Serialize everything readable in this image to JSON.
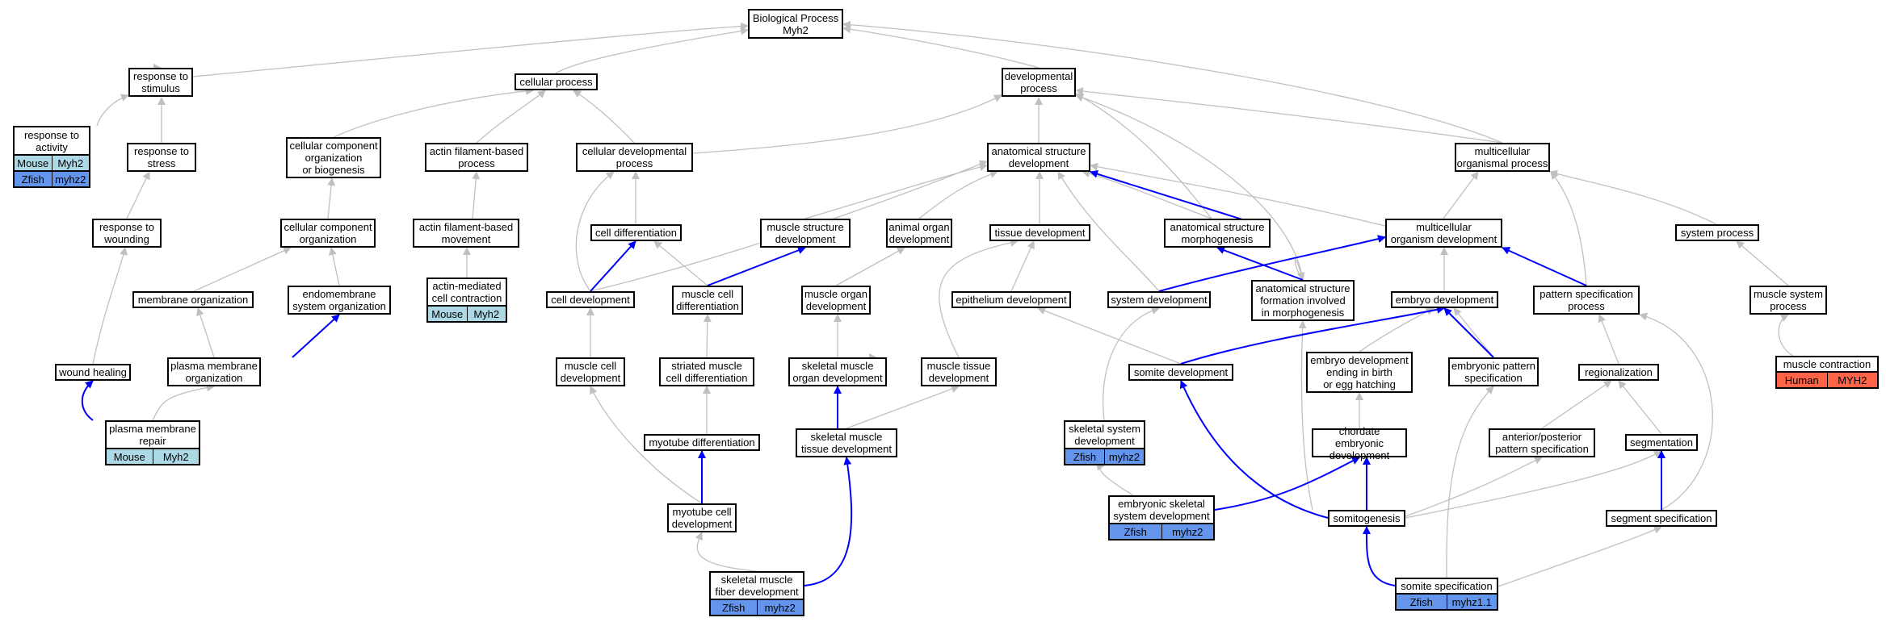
{
  "colors": {
    "gray_edge": "#c0c0c0",
    "blue_edge": "#0000ff",
    "mouse": "#add8e6",
    "zfish": "#6495ed",
    "human": "#ff6347"
  },
  "nodes": {
    "bp": "Biological Process\nMyh2",
    "resp_stim": "response to\nstimulus",
    "cell_proc": "cellular process",
    "dev_proc": "developmental\nprocess",
    "resp_act": "response to\nactivity",
    "resp_stress": "response to\nstress",
    "ccob": "cellular component\norganization\nor biogenesis",
    "afbp": "actin filament-based\nprocess",
    "cdp": "cellular developmental\nprocess",
    "asd": "anatomical structure\ndevelopment",
    "mop": "multicellular\norganismal process",
    "resp_wound": "response to\nwounding",
    "cco": "cellular component\norganization",
    "afbm": "actin filament-based\nmovement",
    "cell_diff": "cell differentiation",
    "msd": "muscle structure\ndevelopment",
    "aod": "animal organ\ndevelopment",
    "tissue_dev": "tissue development",
    "asm": "anatomical structure\nmorphogenesis",
    "mod": "multicellular\norganism development",
    "sys_proc": "system process",
    "mem_org": "membrane organization",
    "endo": "endomembrane\nsystem organization",
    "amcc": "actin-mediated\ncell contraction",
    "cell_dev": "cell development",
    "mcd": "muscle cell\ndifferentiation",
    "muscle_organ": "muscle organ\ndevelopment",
    "epi": "epithelium development",
    "sys_dev": "system development",
    "asfm": "anatomical structure\nformation involved\nin morphogenesis",
    "embryo_dev": "embryo development",
    "psp": "pattern specification\nprocess",
    "msp": "muscle system\nprocess",
    "wound_heal": "wound healing",
    "pmo": "plasma membrane\norganization",
    "mcdev": "muscle cell\ndevelopment",
    "smcd": "striated muscle\ncell differentiation",
    "smod": "skeletal muscle\norgan development",
    "mtd": "muscle tissue\ndevelopment",
    "somite_dev": "somite development",
    "edebh": "embryo development\nending in birth\nor egg hatching",
    "eps": "embryonic pattern\nspecification",
    "region": "regionalization",
    "mc": "muscle contraction",
    "pmr": "plasma membrane\nrepair",
    "myotube_diff": "myotube differentiation",
    "smtd": "skeletal muscle\ntissue development",
    "ssd": "skeletal system\ndevelopment",
    "ced": "chordate embryonic\ndevelopment",
    "apps": "anterior/posterior\npattern specification",
    "segm": "segmentation",
    "mcdv": "myotube cell\ndevelopment",
    "essd": "embryonic skeletal\nsystem development",
    "somitogenesis": "somitogenesis",
    "seg_spec": "segment specification",
    "smfd": "skeletal muscle\nfiber development",
    "somite_spec": "somite specification"
  },
  "annotations": {
    "resp_act": [
      {
        "species": "Mouse",
        "gene": "Myh2"
      },
      {
        "species": "Zfish",
        "gene": "myhz2"
      }
    ],
    "amcc": [
      {
        "species": "Mouse",
        "gene": "Myh2"
      }
    ],
    "pmr": [
      {
        "species": "Mouse",
        "gene": "Myh2"
      }
    ],
    "mc": [
      {
        "species": "Human",
        "gene": "MYH2"
      }
    ],
    "ssd": [
      {
        "species": "Zfish",
        "gene": "myhz2"
      }
    ],
    "essd": [
      {
        "species": "Zfish",
        "gene": "myhz2"
      }
    ],
    "smfd": [
      {
        "species": "Zfish",
        "gene": "myhz2"
      }
    ],
    "somite_spec": [
      {
        "species": "Zfish",
        "gene": "myhz1.1"
      }
    ]
  }
}
